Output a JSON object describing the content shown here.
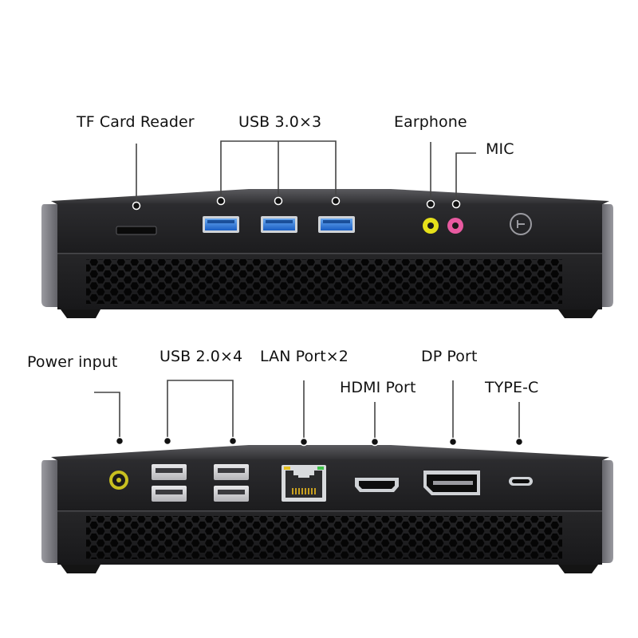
{
  "labels": {
    "tf_card_reader": "TF Card Reader",
    "usb30": "USB 3.0×3",
    "earphone": "Earphone",
    "mic": "MIC",
    "power_input": "Power input",
    "usb20": "USB 2.0×4",
    "lan": "LAN Port×2",
    "hdmi": "HDMI Port",
    "dp": "DP Port",
    "typec": "TYPE-C"
  },
  "colors": {
    "usb3_blue": "#2f7fe0",
    "earphone_yellow": "#e6e01a",
    "mic_pink": "#e85aa0",
    "chassis": "#242426",
    "leader_line": "#444444"
  },
  "icons": {
    "power_button": "power-button-icon"
  }
}
